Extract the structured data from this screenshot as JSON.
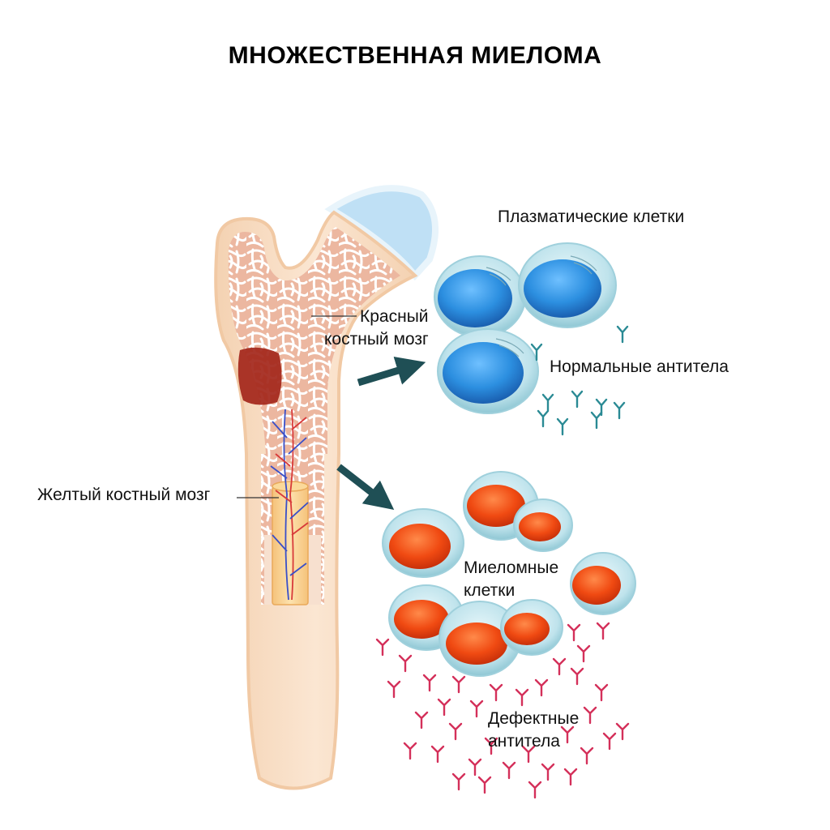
{
  "title": "МНОЖЕСТВЕННАЯ МИЕЛОМА",
  "labels": {
    "plasma_cells": "Плазматические клетки",
    "red_marrow_line1": "Красный",
    "red_marrow_line2": "костный мозг",
    "normal_antibodies": "Нормальные антитела",
    "yellow_marrow": "Желтый костный мозг",
    "myeloma_line1": "Миеломные",
    "myeloma_line2": "клетки",
    "defective_line1": "Дефектные",
    "defective_line2": "антитела"
  },
  "colors": {
    "bone": "#f6d9bc",
    "bone_outline": "#f1c9a4",
    "marrow": "#ecb7a0",
    "cartilage": "#bfe0f5",
    "tumor": "#a3261a",
    "arrow": "#1f4f55",
    "plasma_nucleus": "#2c8fe0",
    "myeloma_nucleus": "#f04a12",
    "cell_body": "#c2e6ee",
    "normal_antibody": "#2a8a94",
    "defective_antibody": "#d4305a"
  }
}
